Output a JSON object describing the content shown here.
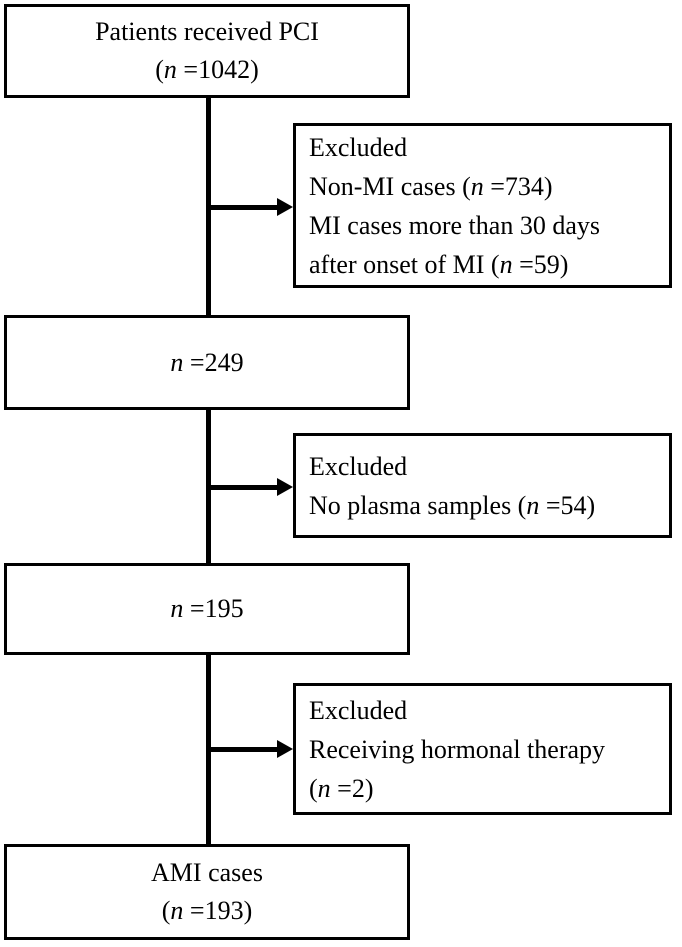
{
  "colors": {
    "line": "#000000",
    "text": "#000000",
    "background": "#ffffff"
  },
  "diagram": {
    "main_boxes": [
      {
        "name": "patients-received-pci",
        "lines": [
          [
            {
              "text": "Patients received PCI"
            }
          ],
          [
            {
              "text": "("
            },
            {
              "text": "n",
              "italic": true
            },
            {
              "text": " =1042)"
            }
          ]
        ]
      },
      {
        "name": "n-249",
        "lines": [
          [
            {
              "text": "n",
              "italic": true
            },
            {
              "text": " =249"
            }
          ]
        ]
      },
      {
        "name": "n-195",
        "lines": [
          [
            {
              "text": "n",
              "italic": true
            },
            {
              "text": " =195"
            }
          ]
        ]
      },
      {
        "name": "ami-cases",
        "lines": [
          [
            {
              "text": "AMI cases"
            }
          ],
          [
            {
              "text": "("
            },
            {
              "text": "n",
              "italic": true
            },
            {
              "text": " =193)"
            }
          ]
        ]
      }
    ],
    "exclusion_boxes": [
      {
        "name": "excluded-non-mi",
        "lines": [
          [
            {
              "text": "Excluded"
            }
          ],
          [
            {
              "text": "Non-MI cases ("
            },
            {
              "text": "n",
              "italic": true
            },
            {
              "text": " =734)"
            }
          ],
          [
            {
              "text": "MI cases more than 30 days"
            }
          ],
          [
            {
              "text": "after onset of MI ("
            },
            {
              "text": "n",
              "italic": true
            },
            {
              "text": " =59)"
            }
          ]
        ]
      },
      {
        "name": "excluded-no-plasma-samples",
        "lines": [
          [
            {
              "text": "Excluded"
            }
          ],
          [
            {
              "text": "No plasma samples ("
            },
            {
              "text": "n",
              "italic": true
            },
            {
              "text": " =54)"
            }
          ]
        ]
      },
      {
        "name": "excluded-hormonal-therapy",
        "lines": [
          [
            {
              "text": "Excluded"
            }
          ],
          [
            {
              "text": "Receiving hormonal therapy"
            }
          ],
          [
            {
              "text": "("
            },
            {
              "text": "n",
              "italic": true
            },
            {
              "text": " =2)"
            }
          ]
        ]
      }
    ]
  }
}
